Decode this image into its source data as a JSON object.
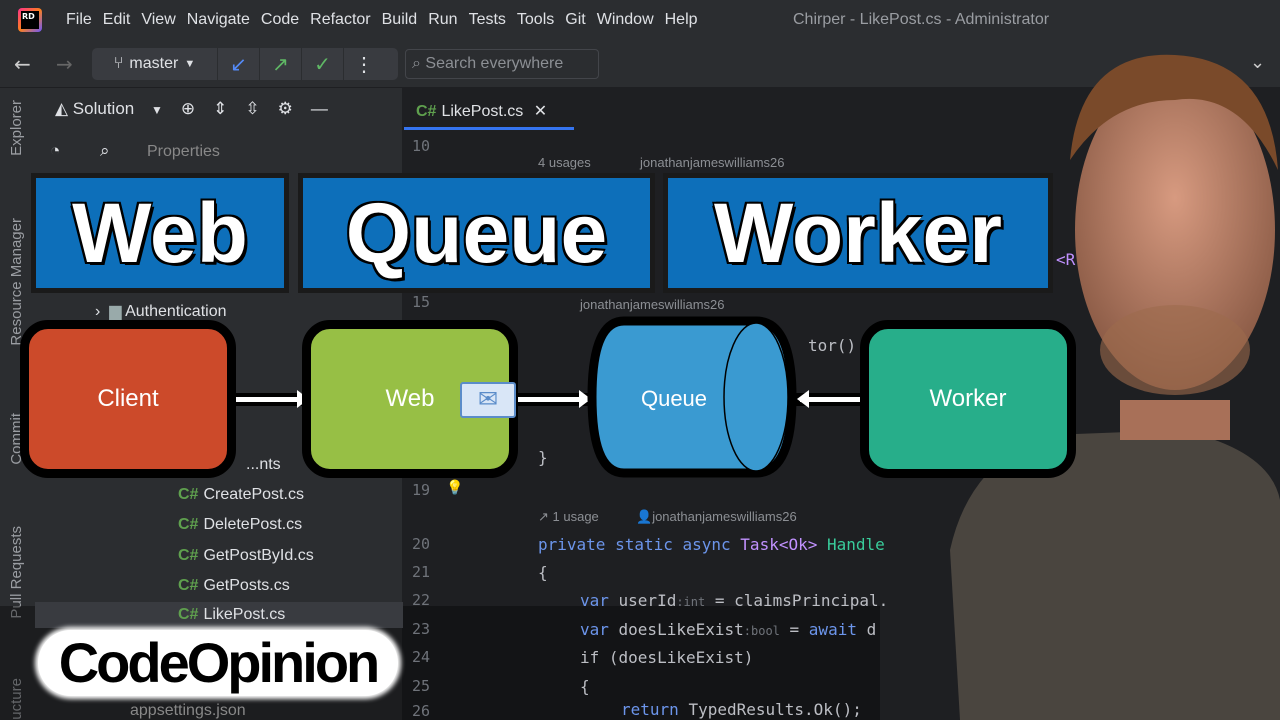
{
  "window": {
    "title": "Chirper - LikePost.cs - Administrator",
    "app_logo": "RD"
  },
  "menu": [
    "File",
    "Edit",
    "View",
    "Navigate",
    "Code",
    "Refactor",
    "Build",
    "Run",
    "Tests",
    "Tools",
    "Git",
    "Window",
    "Help"
  ],
  "toolbar": {
    "branch": "master",
    "search_placeholder": "Search everywhere"
  },
  "stripe": [
    "Explorer",
    "Resource Manager",
    "Commit",
    "Pull Requests",
    "ucture"
  ],
  "project": {
    "selector": "Solution",
    "tree": [
      "Properties",
      "Authentication",
      "...nts",
      "CreatePost.cs",
      "DeletePost.cs",
      "GetPostById.cs",
      "GetPosts.cs",
      "LikePost.cs",
      "appsettings.json"
    ],
    "cs_badge": "C#"
  },
  "editor": {
    "tab": "LikePost.cs",
    "tab_badge": "C#",
    "line_numbers": [
      "10",
      "15",
      "19",
      "20",
      "21",
      "22",
      "23",
      "24",
      "25",
      "26"
    ],
    "meta": {
      "usages4": "4 usages",
      "usage1": "1 usage",
      "author": "jonathanjameswilliams26"
    },
    "code": {
      "l14": "<R",
      "l16": "tor()",
      "l18": "}",
      "l20a": "private static async ",
      "l20b": "Task<Ok>",
      "l20c": " Handle",
      "l21": "{",
      "l22a": "var ",
      "l22b": "userId",
      "l22h": ":int",
      "l22c": " = claimsPrincipal.",
      "l23a": "var ",
      "l23b": "doesLikeExist",
      "l23h": ":bool",
      "l23c": " = ",
      "l23d": "await",
      "l23e": " d",
      "l24": "if (doesLikeExist)",
      "l25": "{",
      "l26a": "return ",
      "l26b": "TypedResults.Ok();"
    }
  },
  "thumbnail": {
    "title_words": [
      "Web",
      "Queue",
      "Worker"
    ],
    "nodes": [
      {
        "label": "Client",
        "color": "#cc4a2a"
      },
      {
        "label": "Web",
        "color": "#97bf45"
      },
      {
        "label": "Queue",
        "color": "#3a9ad1"
      },
      {
        "label": "Worker",
        "color": "#27ae8a"
      }
    ],
    "brand": "CodeOpinion",
    "title_bg": "#0d6fba"
  }
}
